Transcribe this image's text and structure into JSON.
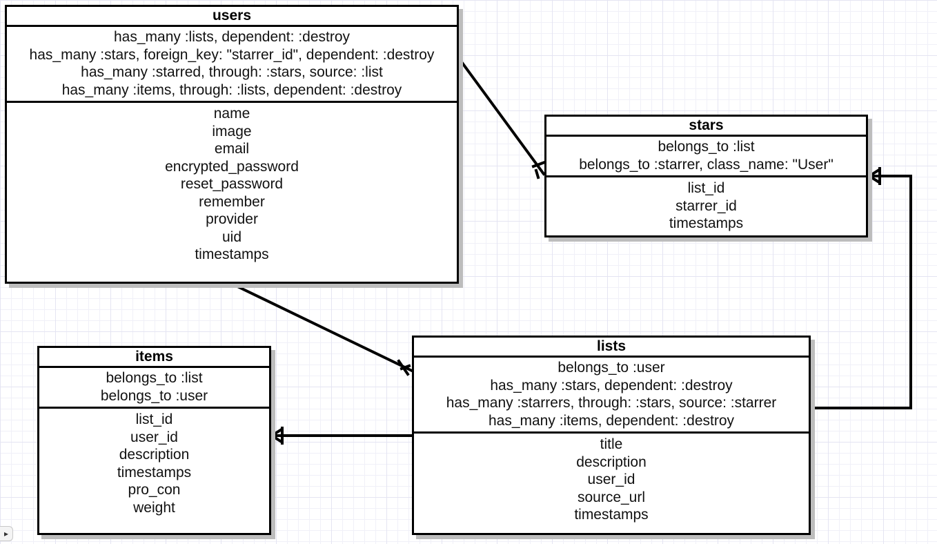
{
  "entities": {
    "users": {
      "title": "users",
      "associations": [
        "has_many :lists, dependent: :destroy",
        "has_many :stars, foreign_key: \"starrer_id\", dependent: :destroy",
        "has_many :starred, through: :stars, source: :list",
        "has_many :items, through: :lists, dependent: :destroy"
      ],
      "attributes": [
        "name",
        "image",
        "email",
        "encrypted_password",
        "reset_password",
        "remember",
        "provider",
        "uid",
        "timestamps"
      ]
    },
    "stars": {
      "title": "stars",
      "associations": [
        "belongs_to :list",
        "belongs_to :starrer, class_name: \"User\""
      ],
      "attributes": [
        "list_id",
        "starrer_id",
        "timestamps"
      ]
    },
    "lists": {
      "title": "lists",
      "associations": [
        "belongs_to :user",
        "has_many :stars, dependent: :destroy",
        "has_many :starrers, through: :stars, source: :starrer",
        "has_many :items, dependent: :destroy"
      ],
      "attributes": [
        "title",
        "description",
        "user_id",
        "source_url",
        "timestamps"
      ]
    },
    "items": {
      "title": "items",
      "associations": [
        "belongs_to :list",
        "belongs_to :user"
      ],
      "attributes": [
        "list_id",
        "user_id",
        "description",
        "timestamps",
        "pro_con",
        "weight"
      ]
    }
  },
  "relationships": [
    {
      "from": "users",
      "to": "stars",
      "notation": "one-to-many"
    },
    {
      "from": "users",
      "to": "lists",
      "notation": "one-to-many"
    },
    {
      "from": "lists",
      "to": "stars",
      "notation": "one-to-many"
    },
    {
      "from": "lists",
      "to": "items",
      "notation": "one-to-many"
    }
  ],
  "ui": {
    "corner_glyph": "▸"
  }
}
